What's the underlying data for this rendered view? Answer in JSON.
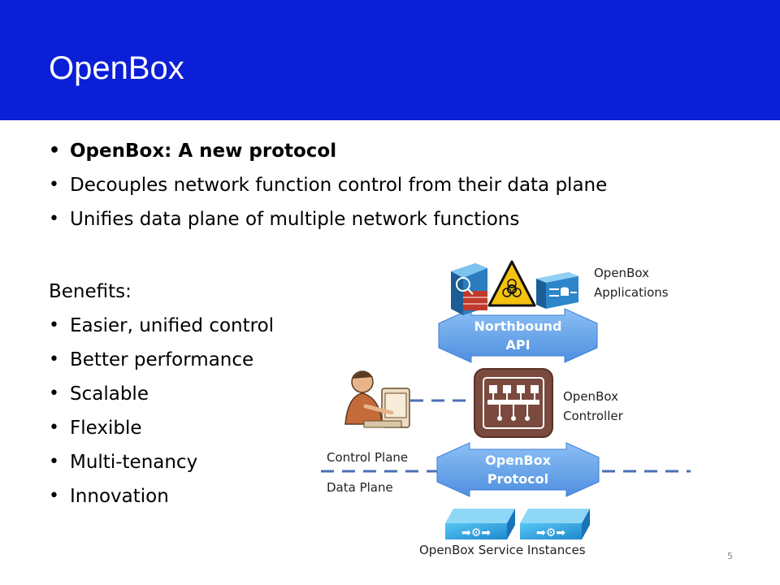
{
  "slide": {
    "title": "OpenBox",
    "bullets": [
      "OpenBox: A new protocol",
      "Decouples network function control from their data plane",
      "Unifies data plane of multiple network functions"
    ],
    "benefits_heading": "Benefits:",
    "benefits": [
      "Easier, unified control",
      "Better performance",
      "Scalable",
      "Flexible",
      "Multi-tenancy",
      "Innovation"
    ],
    "page_number": "5"
  },
  "diagram": {
    "applications_label": [
      "OpenBox",
      "Applications"
    ],
    "northbound_api": [
      "Northbound",
      "API"
    ],
    "controller_label": [
      "OpenBox",
      "Controller"
    ],
    "protocol_arrow": [
      "OpenBox",
      "Protocol"
    ],
    "control_plane_label": "Control Plane",
    "data_plane_label": "Data Plane",
    "service_instances_label": "OpenBox Service Instances",
    "icons": [
      "firewall-icon",
      "biohazard-warning-icon",
      "database-router-icon",
      "user-at-computer-icon",
      "controller-switch-icon",
      "service-instance-icon"
    ]
  },
  "colors": {
    "title_bar": "#0b1fd6",
    "arrow_fill": "#6aa8ec",
    "dashed_line": "#4a6fb5",
    "controller": "#7a4a3f"
  }
}
